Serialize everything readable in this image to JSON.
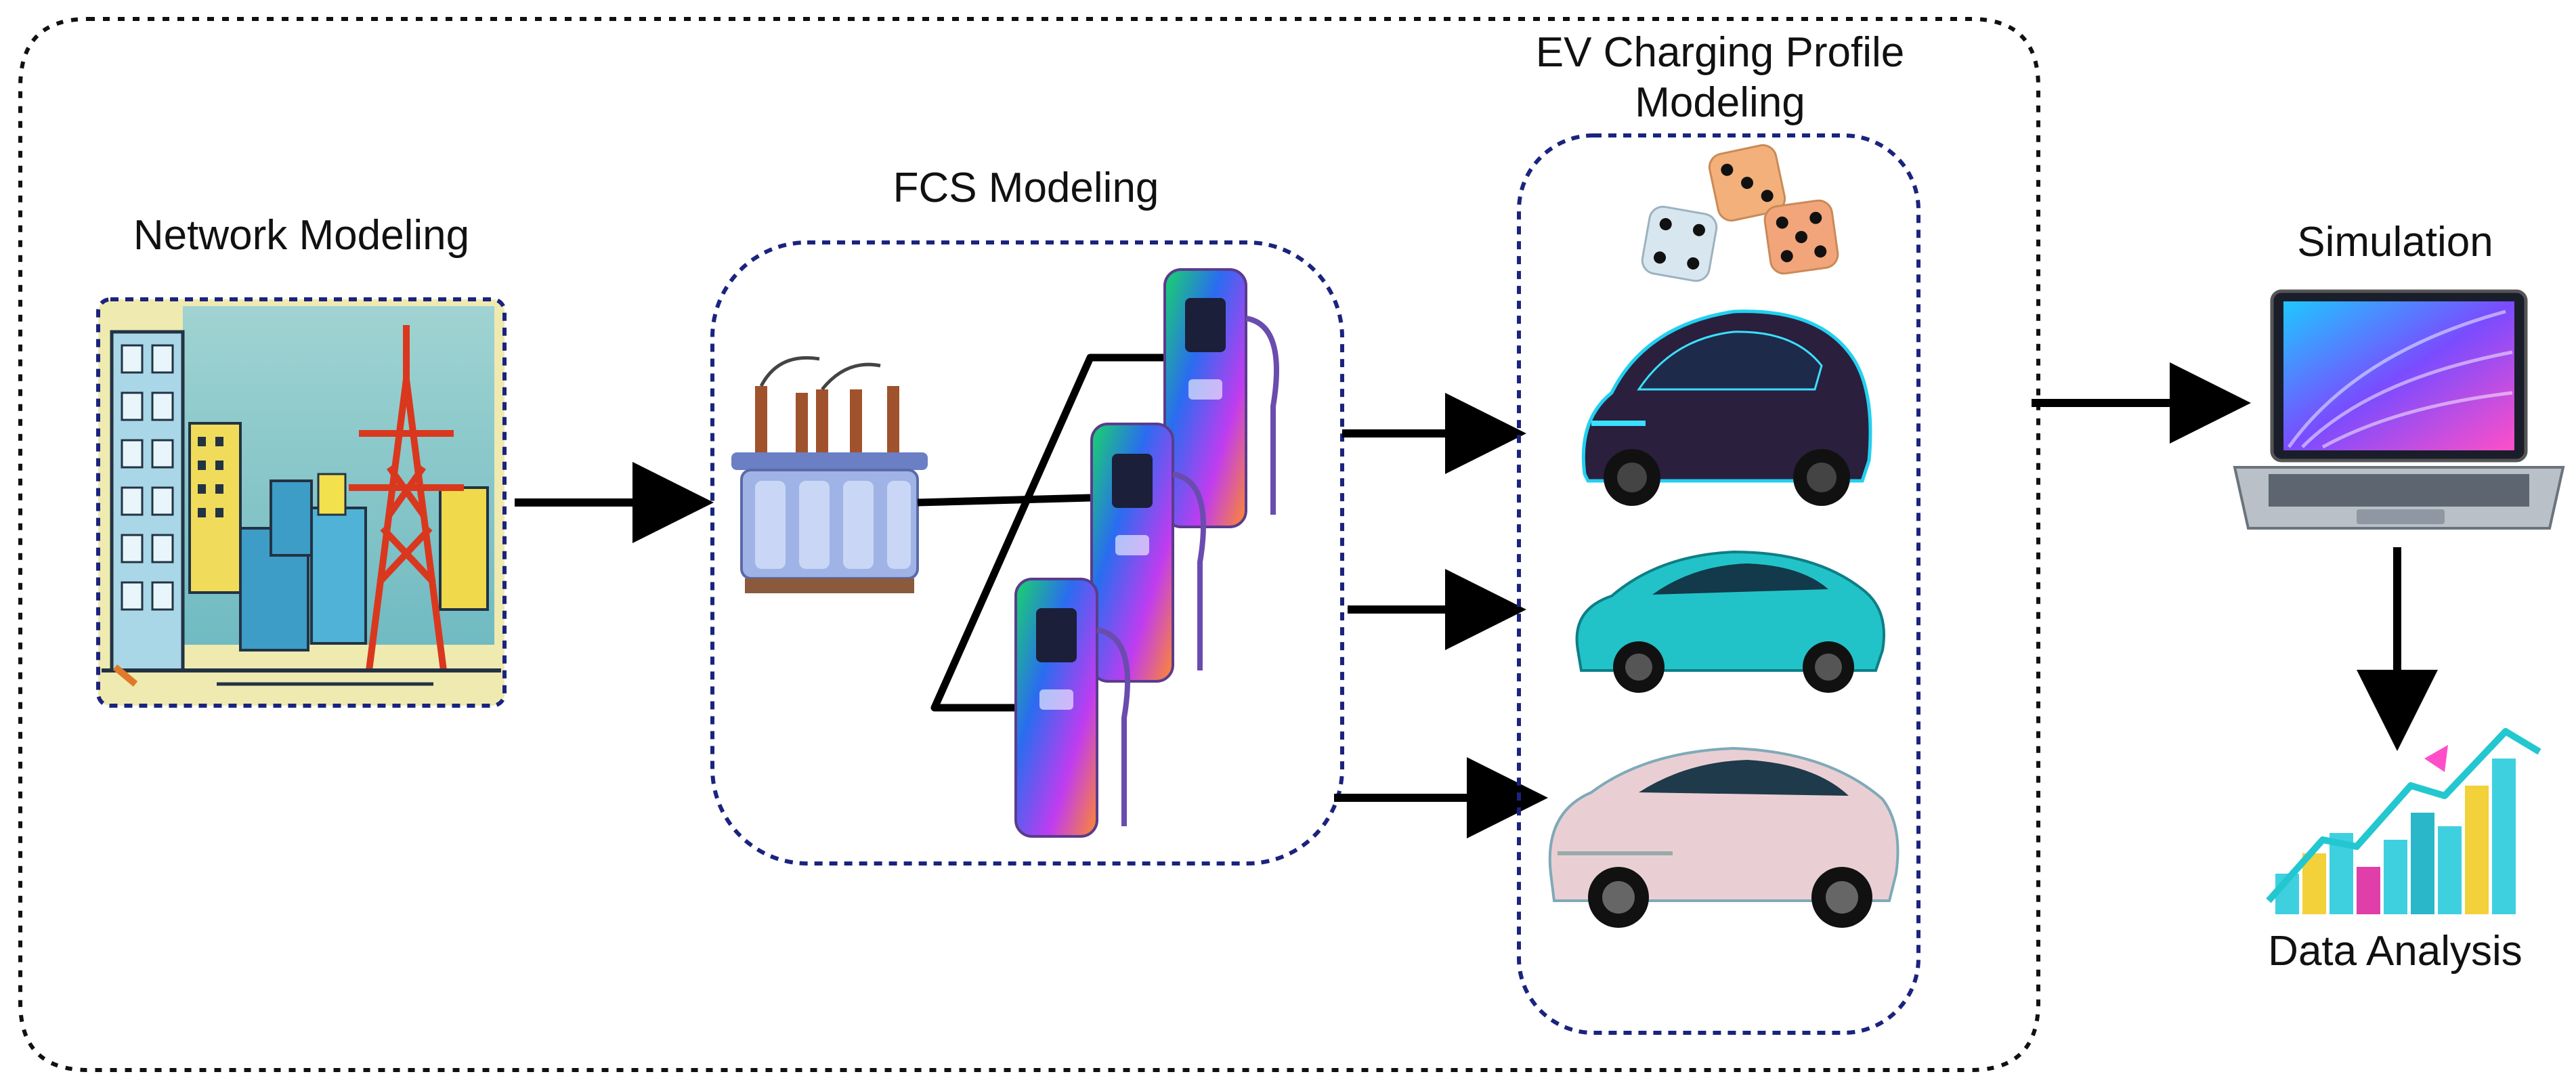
{
  "labels": {
    "network": "Network Modeling",
    "fcs": "FCS Modeling",
    "ev_line1": "EV Charging Profile",
    "ev_line2": "Modeling",
    "simulation": "Simulation",
    "data_analysis": "Data Analysis"
  },
  "colors": {
    "outer_border": "#111111",
    "group_border": "#1a237e",
    "arrow": "#000000",
    "transformer": "#9fb3e6",
    "car_dark": "#2a1f3d",
    "car_cyan": "#22c3c8",
    "car_pink": "#e9cfd3",
    "dice": "#f3b07a"
  },
  "icons": {
    "network": "city-power-tower-icon",
    "transformer": "transformer-icon",
    "charger": "charging-station-icon",
    "dice": "dice-icon",
    "car": "electric-car-icon",
    "laptop": "laptop-icon",
    "chart": "growth-chart-icon"
  }
}
